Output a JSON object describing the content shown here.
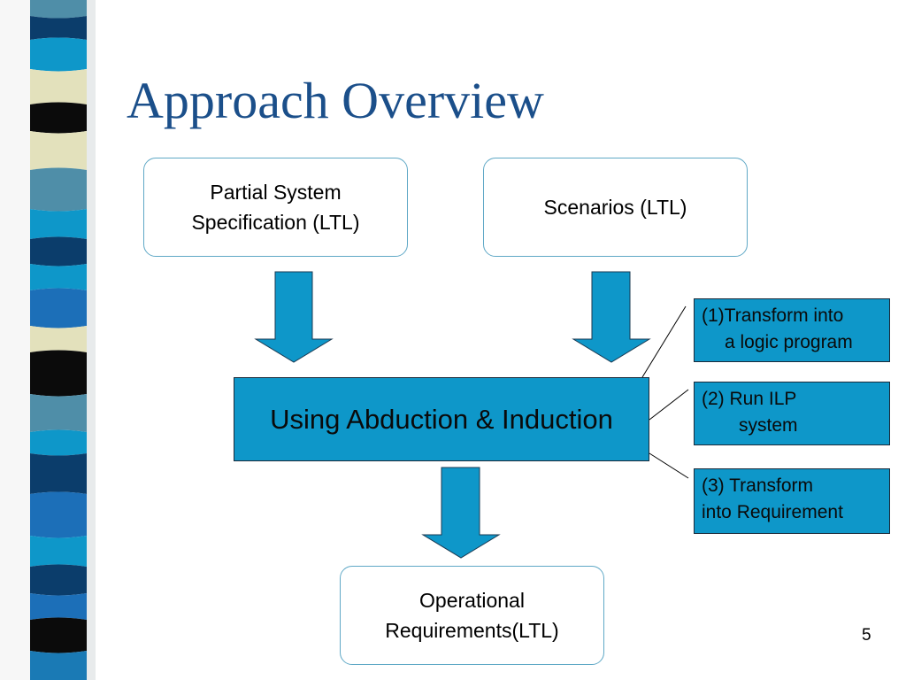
{
  "slide": {
    "title": "Approach Overview",
    "page_number": "5"
  },
  "diagram": {
    "inputs": {
      "spec_line1": "Partial System",
      "spec_line2": "Specification (LTL)",
      "scenarios": "Scenarios (LTL)"
    },
    "process": "Using Abduction & Induction",
    "steps": {
      "step1_line1": "(1)Transform into",
      "step1_line2": "a logic program",
      "step2_line1": "(2) Run ILP",
      "step2_line2": "system",
      "step3_line1": "(3) Transform",
      "step3_line2": "into Requirement"
    },
    "output_line1": "Operational",
    "output_line2": "Requirements(LTL)"
  },
  "colors": {
    "title": "#1b4f8a",
    "process_fill": "#0e97c9",
    "arrow_fill": "#0e97c9",
    "box_border": "#5fa8c6",
    "stripes": [
      "#f7f7f7",
      "#4f8ea8",
      "#0b3d6b",
      "#0e97c9",
      "#e3e1bc",
      "#1c6fb8",
      "#0b0b0b",
      "#1a7ab5"
    ]
  }
}
